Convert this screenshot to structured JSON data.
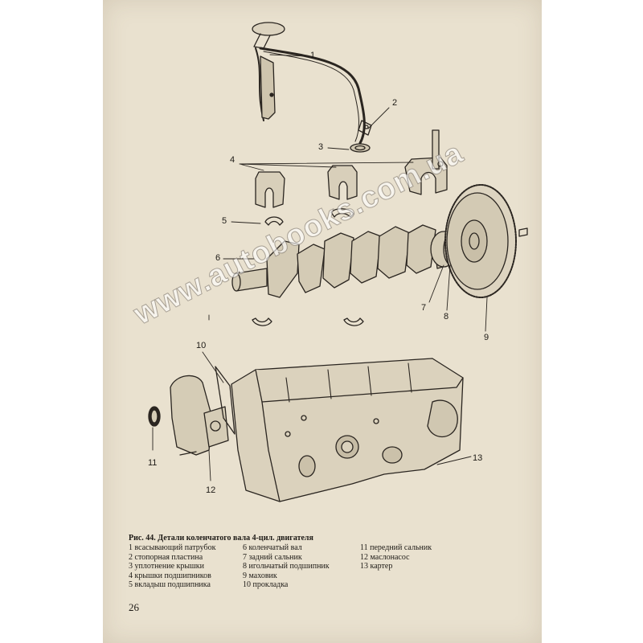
{
  "figure": {
    "caption_title": "Рис. 44. Детали коленчатого вала 4-цил. двигателя",
    "legend": [
      [
        "1 всасывающий патрубок",
        "2 стопорная пластина",
        "3 уплотнение крышки",
        "4 крышки подшипников",
        "5 вкладыш подшипника"
      ],
      [
        "6 коленчатый вал",
        "7 задний сальник",
        "8 игольчатый подшипник",
        "9 маховик",
        "10 прокладка"
      ],
      [
        "11 передний сальник",
        "12 маслонасос",
        "13 картер"
      ]
    ],
    "callouts": [
      "1",
      "2",
      "3",
      "4",
      "5",
      "6",
      "7",
      "8",
      "9",
      "10",
      "11",
      "12",
      "13"
    ]
  },
  "watermark": "www.autobooks.com.ua",
  "page_number": "26"
}
